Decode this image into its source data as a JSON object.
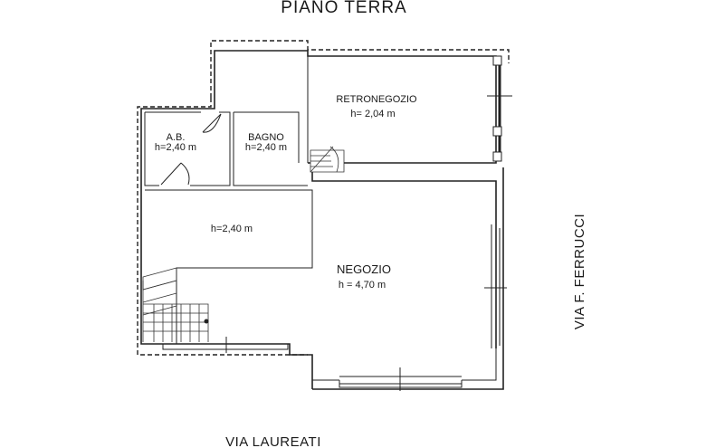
{
  "title": "PIANO TERRA",
  "rooms": {
    "retronegozio": {
      "name": "RETRONEGOZIO",
      "height": "h= 2,04 m"
    },
    "ab": {
      "name": "A.B.",
      "height": "h=2,40 m"
    },
    "bagno": {
      "name": "BAGNO",
      "height": "h=2,40 m"
    },
    "corridor": {
      "height": "h=2,40 m"
    },
    "negozio": {
      "name": "NEGOZIO",
      "height": "h = 4,70 m"
    }
  },
  "streets": {
    "south": "VIA LAUREATI",
    "east": "VIA F. FERRUCCI"
  }
}
